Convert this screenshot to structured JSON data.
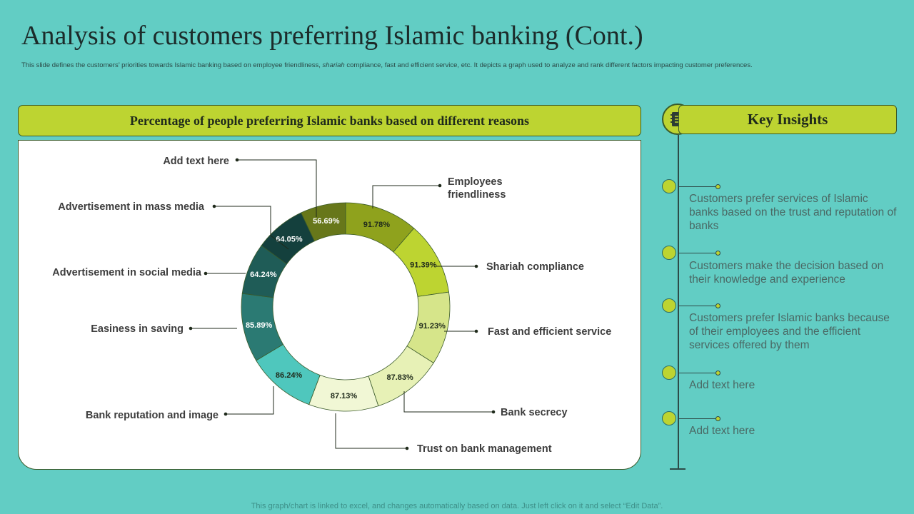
{
  "page": {
    "title": "Analysis of customers preferring Islamic banking (Cont.)",
    "subtitle_before": "This slide defines the customers’ priorities towards Islamic banking based on employee  friendliness, ",
    "subtitle_em": "shariah",
    "subtitle_after": " compliance, fast and efficient service, etc. It depicts a graph used to analyze and rank different factors impacting customer preferences.",
    "footer": "This graph/chart is linked to excel,  and changes automatically based on data. Just left click on it and select “Edit Data”."
  },
  "chart_header": "Percentage of people preferring Islamic banks based on different reasons",
  "insights": {
    "title": "Key Insights",
    "icon": "notes-icon",
    "items": [
      "Customers prefer services of Islamic banks based on the trust and reputation of banks",
      "Customers make the decision based on their knowledge and experience",
      "Customers prefer Islamic banks because of their employees and the efficient services offered by them",
      "Add text here",
      "Add text here"
    ]
  },
  "chart_data": {
    "type": "doughnut",
    "title": "Percentage of people preferring Islamic banks based on different reasons",
    "categories": [
      "Employees friendliness",
      "Shariah compliance",
      "Fast and efficient service",
      "Bank secrecy",
      "Trust on bank management",
      "Bank reputation and image",
      "Easiness in saving",
      "Advertisement  in social media",
      "Advertisement  in mass media",
      "Add  text here"
    ],
    "values": [
      91.78,
      91.39,
      91.23,
      87.83,
      87.13,
      86.24,
      85.89,
      64.24,
      64.05,
      56.69
    ],
    "labels": [
      "91.78%",
      "91.39%",
      "91.23%",
      "87.83%",
      "87.13%",
      "86.24%",
      "85.89%",
      "64.24%",
      "64.05%",
      "56.69%"
    ],
    "colors": [
      "#8fa21d",
      "#bdd431",
      "#d6e58a",
      "#e7f1b6",
      "#f1f7d5",
      "#4fc7bd",
      "#2b7a73",
      "#1f5c57",
      "#14403d",
      "#67771a"
    ],
    "label_colors": [
      "#1f2a1b",
      "#1f2a1b",
      "#1f2a1b",
      "#1f2a1b",
      "#1f2a1b",
      "#1f2a1b",
      "#ffffff",
      "#ffffff",
      "#ffffff",
      "#ffffff"
    ],
    "legend": "callouts"
  }
}
